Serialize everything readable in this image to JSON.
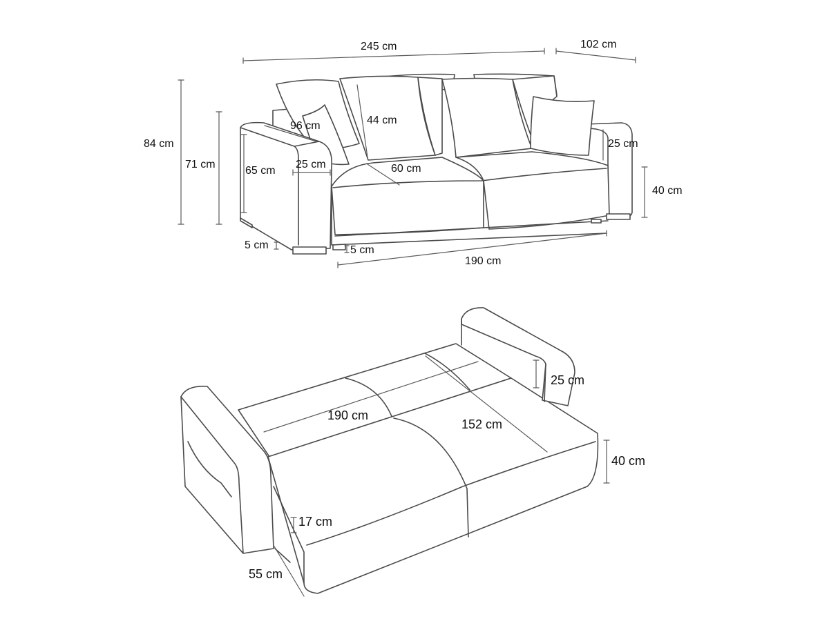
{
  "closed_view": {
    "dimensions": {
      "total_width": "245 cm",
      "depth": "102 cm",
      "total_height": "84 cm",
      "back_height": "71 cm",
      "armrest_height": "65 cm",
      "armrest_length": "96 cm",
      "armrest_width": "25 cm",
      "cushion_height": "44 cm",
      "seat_depth": "60 cm",
      "back_cushion_thickness": "25 cm",
      "seat_height": "40 cm",
      "foot_height_left": "5 cm",
      "foot_height_right": "5 cm",
      "seat_width": "190 cm"
    }
  },
  "bed_view": {
    "dimensions": {
      "bed_length": "190 cm",
      "bed_width": "152 cm",
      "armrest_height": "25 cm",
      "bed_height": "40 cm",
      "storage_height": "17 cm",
      "storage_depth": "55 cm"
    }
  }
}
